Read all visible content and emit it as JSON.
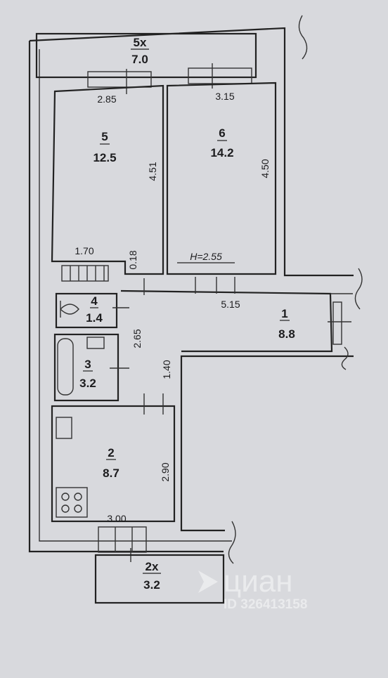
{
  "plan": {
    "ceiling_height": "H=2.55",
    "rooms": [
      {
        "id": "room-1",
        "number": "1",
        "area": "8.8"
      },
      {
        "id": "room-2",
        "number": "2",
        "area": "8.7"
      },
      {
        "id": "room-3",
        "number": "3",
        "area": "3.2"
      },
      {
        "id": "room-4",
        "number": "4",
        "area": "1.4"
      },
      {
        "id": "room-5",
        "number": "5",
        "area": "12.5"
      },
      {
        "id": "room-6",
        "number": "6",
        "area": "14.2"
      }
    ],
    "balconies": [
      {
        "id": "balcony-top",
        "label": "5x",
        "area": "7.0"
      },
      {
        "id": "balcony-bottom",
        "label": "2x",
        "area": "3.2"
      }
    ],
    "dimensions": {
      "room5_width": "2.85",
      "room6_width": "3.15",
      "room5_length": "4.51",
      "room6_length": "4.50",
      "closet_width": "1.70",
      "wall_gap": "0.18",
      "hall_width": "5.15",
      "hall_length": "2.65",
      "corridor_width": "1.40",
      "kitchen_length": "2.90",
      "kitchen_width": "3.00"
    }
  },
  "watermark": {
    "brand": "циан",
    "listing_id": "ID 326413158"
  }
}
